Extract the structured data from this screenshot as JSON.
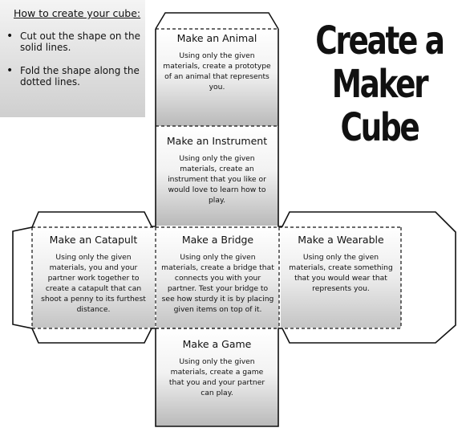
{
  "instructions": {
    "heading": "How to create your cube:",
    "steps": [
      "Cut out the shape on the solid lines.",
      "Fold the shape along the dotted lines."
    ]
  },
  "title": {
    "line1": "Create a",
    "line2": "Maker Cube"
  },
  "faces": {
    "animal": {
      "title": "Make an Animal",
      "desc": "Using only the given materials, create a prototype of an animal that represents you."
    },
    "instrument": {
      "title": "Make an Instrument",
      "desc": "Using only the given materials, create an instrument that you like or would love to learn how to play."
    },
    "catapult": {
      "title": "Make an Catapult",
      "desc": "Using only the given materials, you and your partner work together to create a catapult that can shoot a penny to its furthest distance."
    },
    "bridge": {
      "title": "Make a Bridge",
      "desc": "Using only the given materials, create a bridge that connects you with your partner. Test your bridge to see how sturdy it is by placing given items on top of it."
    },
    "wearable": {
      "title": "Make a Wearable",
      "desc": "Using only the given materials, create something that you would wear that represents you."
    },
    "game": {
      "title": "Make a Game",
      "desc": "Using only the given materials, create a game that you and your partner can play."
    }
  }
}
